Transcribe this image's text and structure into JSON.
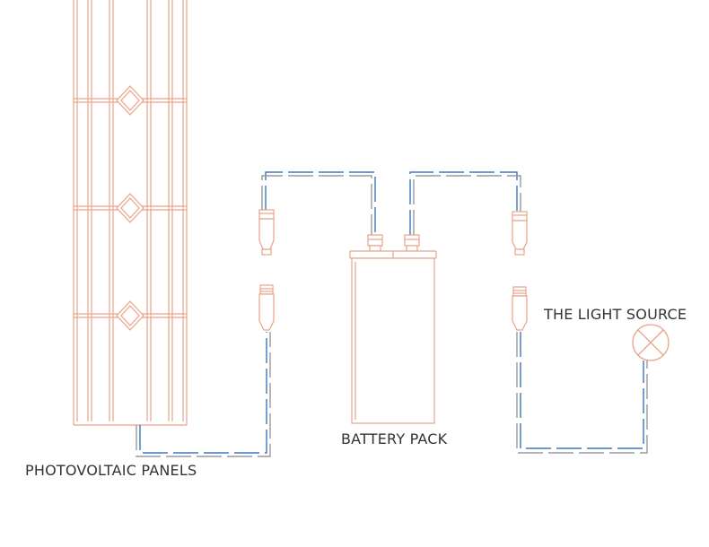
{
  "labels": {
    "photovoltaic_panels": "PHOTOVOLTAIC PANELS",
    "battery_pack": "BATTERY PACK",
    "light_source": "THE LIGHT SOURCE"
  },
  "colors": {
    "panel_stroke": "#e8a488",
    "wire_blue": "#3a78c2",
    "wire_gray": "#9a9a9a",
    "text": "#333333"
  }
}
